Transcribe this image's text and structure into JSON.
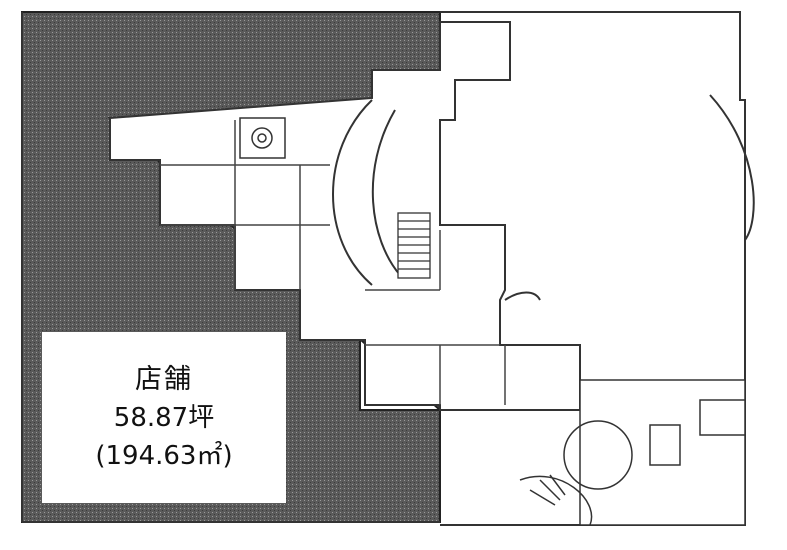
{
  "floor_plan": {
    "unit_label": {
      "name": "店舗",
      "area_tsubo": "58.87坪",
      "area_sqm": "(194.63㎡)"
    }
  }
}
